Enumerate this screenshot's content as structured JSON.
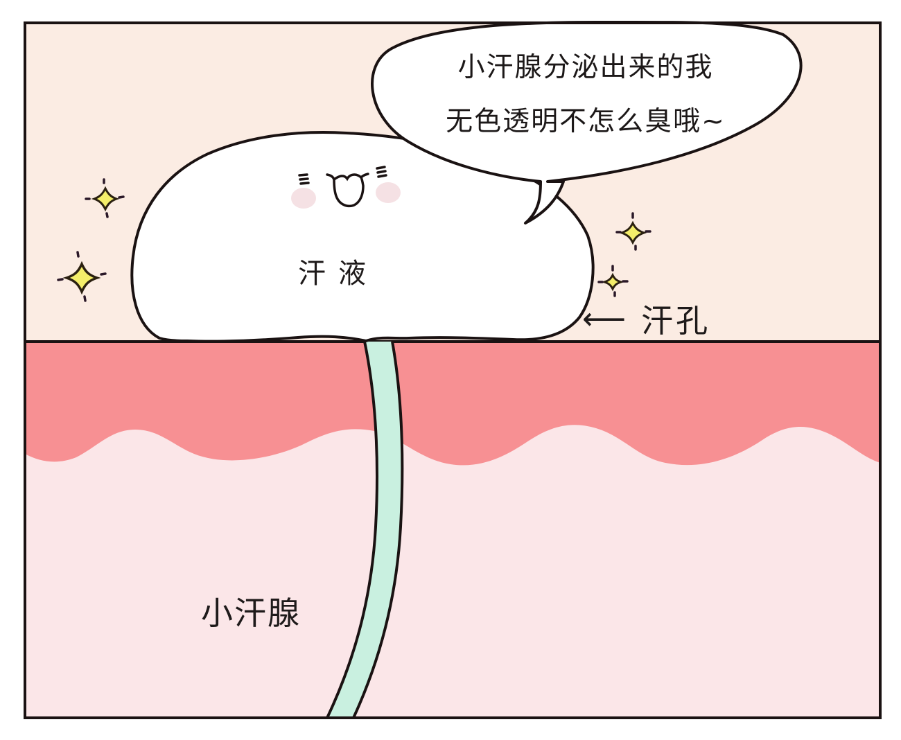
{
  "panel": {
    "colors": {
      "air_background": "#fbece3",
      "epidermis": "#f79093",
      "dermis": "#fbe6e8",
      "duct": "#c9f0e0",
      "sweat_blob": "#ffffff",
      "outline": "#1a1212",
      "sparkle_fill": "#f4ee6a",
      "blush": "#f7dfe2"
    },
    "speech_bubble": {
      "line1": "小汗腺分泌出来的我",
      "line2": "无色透明不怎么臭哦~"
    },
    "sweat_blob": {
      "label": "汗液",
      "face": "happy-face"
    },
    "pore_label": {
      "arrow": "⟵",
      "text": "汗孔"
    },
    "gland_label": "小汗腺",
    "sparkles": [
      "sparkle-1",
      "sparkle-2",
      "sparkle-3",
      "sparkle-4"
    ]
  }
}
